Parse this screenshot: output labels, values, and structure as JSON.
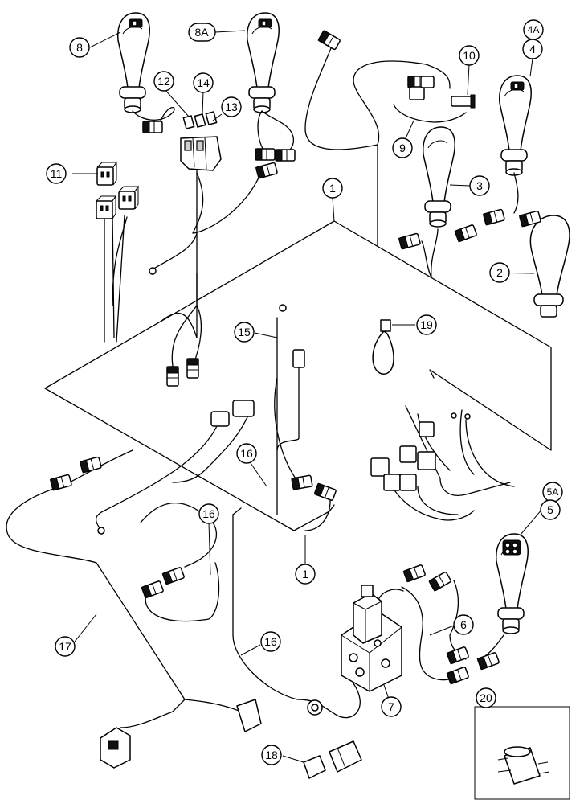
{
  "callouts": {
    "c8": "8",
    "c8a": "8A",
    "c12": "12",
    "c14": "14",
    "c13": "13",
    "c10": "10",
    "c9": "9",
    "c4a": "4A",
    "c4": "4",
    "c11": "11",
    "c1_top": "1",
    "c3": "3",
    "c2": "2",
    "c15": "15",
    "c19": "19",
    "c16_a": "16",
    "c16_b": "16",
    "c16_c": "16",
    "c1_bottom": "1",
    "c5a": "5A",
    "c5": "5",
    "c6": "6",
    "c17": "17",
    "c7": "7",
    "c18": "18",
    "c20": "20"
  },
  "colors": {
    "line": "#000000",
    "background": "#ffffff"
  }
}
